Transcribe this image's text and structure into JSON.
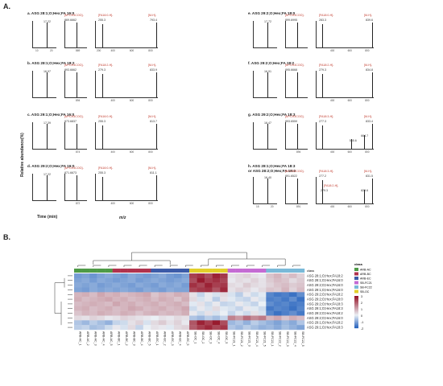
{
  "section_a": "A.",
  "section_b": "B.",
  "ylabel_a": "Relative abundance(%)",
  "xlabel_time": "Time (min)",
  "xlabel_mz": "m/z",
  "panels": [
    {
      "title": "a. ASG 28:1;O;Hex;FA 16:0",
      "rt": "17.22",
      "ion1": "[M+CH3COO]-",
      "mz1": "869.6662",
      "ion2": "[FA16:0-H]-",
      "mz2": "255.3",
      "ion3": "[M-H]-",
      "mz3": "793.4",
      "xt1": "10",
      "xt2": "20",
      "xt3": "869",
      "xt4": "200",
      "xt5": "400",
      "xt6": "600",
      "xt7": "800"
    },
    {
      "title": "b. ASG 28:1;O;Hex;FA 18:2",
      "rt": "16.97",
      "ion1": "[M+CH3COO]-",
      "mz1": "893.6662",
      "ion2": "[FA18:2-H]-",
      "mz2": "279.3",
      "ion3": "[M-H]-",
      "mz3": "833.9",
      "xt3": "894",
      "xt5": "400",
      "xt6": "600",
      "xt7": "800"
    },
    {
      "title": "c. ASG 29:1;O;Hex;FA 16:0",
      "rt": "17.39",
      "ion1": "[M+CH3COO]-",
      "mz1": "873.6837",
      "ion2": "[FA16:0-H]-",
      "mz2": "255.3",
      "ion3": "[M-H]-",
      "mz3": "813.7",
      "xt3": "874",
      "xt5": "400",
      "xt6": "600",
      "xt7": "800"
    },
    {
      "title": "d. ASG 29:2;O;Hex;FA 16:0",
      "rt": "17.22",
      "ion1": "[M+CH3COO]-",
      "mz1": "871.6673",
      "ion2": "[FA16:0-H]-",
      "mz2": "255.3",
      "ion3": "[M-H]-",
      "mz3": "811.1",
      "xt3": "872",
      "xt5": "400",
      "xt6": "600",
      "xt7": "800"
    },
    {
      "title": "e. ASG 29:2;O;Hex;FA 18:0",
      "rt": "17.72",
      "ion1": "[M+CH3COO]-",
      "mz1": "899.6995",
      "ion2": "[FA18:0-H]-",
      "mz2": "283.3",
      "ion3": "[M-H]-",
      "mz3": "839.6",
      "xt5": "400",
      "xt6": "600",
      "xt7": "800"
    },
    {
      "title": "f. ASG 29:2;O;Hex;FA 18:2",
      "rt": "16.91",
      "ion1": "[M+CH3COO]-",
      "mz1": "895.6668",
      "ion2": "[FA18:2-H]-",
      "mz2": "279.3",
      "ion3": "[M-H]-",
      "mz3": "834.8",
      "xt5": "400",
      "xt6": "600",
      "xt7": "800"
    },
    {
      "title": "g. ASG 29:2;O;Hex;FA 18:3",
      "rt": "16.47",
      "ion1": "[M+CH3COO]-",
      "mz1": "893.6559",
      "ion2": "[FA18:3-H]-",
      "mz2": "277.3",
      "ion3": "[M-H]-",
      "mz3": "833.4",
      "extra": "664.7",
      "extra2": "555.6",
      "xt3": "894",
      "xt5": "400",
      "xt6": "600",
      "xt7": "800"
    },
    {
      "title": "h. ASG 28:1;O;Hex;FA 18:3",
      "title2": "or ASG 28:2;O;Hex;FA 18:2",
      "rt": "16.40",
      "ion1": "[M+CH3COO]-",
      "mz1": "891.6522",
      "ion2": "[FA18:3-H]-",
      "mz2": "277.2",
      "ion2b": "[FA18:2-H]-",
      "mz2b": "279.3",
      "ion3": "[M-H]-",
      "mz3": "831.5",
      "extra": "829.6",
      "xt1": "15",
      "xt2": "20",
      "xt3": "891",
      "xt5": "400",
      "xt6": "600",
      "xt7": "800"
    }
  ],
  "heatmap": {
    "legend_title": "class",
    "scale_title": "class",
    "rows": [
      "ASG 28:1;O;Hex;FA18:2",
      "ASG 28:1;O;Hex;FA16:0",
      "ASG 29:2;O;Hex;FA16:0",
      "ASG 29:1;O;Hex;FA16:0",
      "ASG 29:2;O;Hex;FA18:2",
      "ASG 29:2;O;Hex;FA18:0",
      "ASG 29:2;O;Hex;FA18:3",
      "ASG 29:1;O;Hex;FA18:3",
      "ASG 29:2;O;Hex;FA18:2",
      "ASG 29:2;O;Hex;FA16:0",
      "ASG 29:1;O;Hex;FA18:2",
      "ASG 29:1;O;Hex;FA18:3"
    ],
    "columns": [
      "ARB-AC_1",
      "ARB-AC_2",
      "ARB-AC_3",
      "ARB-AC_4",
      "ARB-AC_5",
      "ARB-BC_1",
      "ARB-BC_2",
      "ARB-BC_3",
      "ARB-BC_4",
      "ARB-BC_5",
      "ARB-EC_1",
      "ARB-EC_2",
      "ARB-EC_3",
      "ARB-EC_4",
      "ARB-EC_5",
      "SB-OC_1",
      "SB-OC_2",
      "SB-OC_3",
      "SB-OC_4",
      "SB-OC_5",
      "SB-FC21_1",
      "SB-FC21_2",
      "SB-FC21_3",
      "SB-FC21_4",
      "SB-FC21_5",
      "SB-FC22_1",
      "SB-FC22_2",
      "SB-FC22_3",
      "SB-FC22_4",
      "SB-FC22_5"
    ],
    "classes": [
      {
        "name": "ARB-AC",
        "color": "#4e9a47"
      },
      {
        "name": "ARB-BC",
        "color": "#b0334e"
      },
      {
        "name": "ARB-EC",
        "color": "#3c5ba8"
      },
      {
        "name": "SB-FC21",
        "color": "#c46bd3"
      },
      {
        "name": "SB-FC22",
        "color": "#7ab9d8"
      },
      {
        "name": "SB-OC",
        "color": "#e2cf2a"
      }
    ],
    "col_classes": [
      "ARB-AC",
      "ARB-AC",
      "ARB-AC",
      "ARB-AC",
      "ARB-AC",
      "ARB-BC",
      "ARB-BC",
      "ARB-BC",
      "ARB-BC",
      "ARB-BC",
      "ARB-EC",
      "ARB-EC",
      "ARB-EC",
      "ARB-EC",
      "ARB-EC",
      "SB-OC",
      "SB-OC",
      "SB-OC",
      "SB-OC",
      "SB-OC",
      "SB-FC21",
      "SB-FC21",
      "SB-FC21",
      "SB-FC21",
      "SB-FC21",
      "SB-FC22",
      "SB-FC22",
      "SB-FC22",
      "SB-FC22",
      "SB-FC22"
    ],
    "scale_ticks": [
      "3",
      "2",
      "1",
      "0",
      "-1",
      "-2"
    ],
    "values": [
      [
        -1.2,
        -1.1,
        -1.3,
        -1.1,
        -1.0,
        -1.1,
        -1.2,
        -1.0,
        -1.1,
        -1.2,
        -1.1,
        -1.0,
        -1.2,
        -1.3,
        -1.1,
        2.4,
        2.6,
        2.2,
        2.8,
        2.5,
        0.2,
        0.3,
        0.4,
        0.2,
        0.1,
        0.6,
        0.8,
        0.5,
        0.7,
        0.4
      ],
      [
        -1.1,
        -1.0,
        -1.2,
        -1.0,
        -1.1,
        -1.2,
        -1.1,
        -1.0,
        -1.2,
        -1.1,
        -1.0,
        -1.1,
        -1.2,
        -1.1,
        -1.0,
        2.2,
        2.9,
        2.4,
        2.6,
        2.3,
        0.1,
        0.3,
        0.2,
        0.4,
        0.2,
        0.5,
        0.7,
        0.6,
        0.3,
        0.5
      ],
      [
        -1.0,
        -1.1,
        -1.0,
        -1.2,
        -1.1,
        -1.0,
        -1.1,
        -1.2,
        -1.0,
        -1.1,
        -1.2,
        -1.0,
        -1.1,
        -1.0,
        -1.2,
        2.6,
        2.3,
        2.8,
        2.4,
        2.5,
        0.3,
        0.2,
        0.5,
        0.3,
        0.2,
        0.4,
        0.6,
        0.7,
        0.5,
        0.6
      ],
      [
        -1.1,
        -1.2,
        -1.0,
        -1.1,
        -1.0,
        -1.1,
        -1.0,
        -1.1,
        -1.2,
        -1.0,
        -1.1,
        -1.2,
        -1.0,
        -1.1,
        -1.1,
        2.3,
        2.5,
        2.6,
        2.1,
        2.7,
        0.2,
        0.4,
        0.3,
        0.1,
        0.3,
        0.6,
        0.5,
        0.8,
        0.4,
        0.7
      ],
      [
        0.8,
        0.9,
        0.7,
        1.0,
        0.8,
        0.9,
        0.7,
        0.8,
        0.9,
        1.0,
        0.6,
        0.8,
        0.7,
        0.9,
        0.8,
        0.2,
        -0.4,
        0.1,
        -0.2,
        0.3,
        -0.2,
        -0.5,
        0.1,
        -0.3,
        -0.1,
        -1.5,
        -1.7,
        -1.6,
        -1.8,
        -1.4
      ],
      [
        0.9,
        0.7,
        0.8,
        0.9,
        1.0,
        0.8,
        0.9,
        0.7,
        0.8,
        0.9,
        0.7,
        0.9,
        0.8,
        0.6,
        0.9,
        0.3,
        -0.2,
        0.1,
        -0.5,
        0.2,
        -0.1,
        -0.3,
        -0.4,
        0.1,
        -0.2,
        -1.6,
        -1.5,
        -1.7,
        -1.4,
        -1.8
      ],
      [
        0.7,
        0.8,
        0.9,
        0.8,
        0.7,
        1.0,
        0.8,
        0.9,
        0.7,
        0.8,
        0.9,
        0.7,
        0.8,
        0.9,
        0.7,
        -0.1,
        0.2,
        -0.3,
        0.1,
        -0.4,
        -0.3,
        0.1,
        -0.2,
        -0.4,
        0.0,
        -1.4,
        -1.6,
        -1.5,
        -1.7,
        -1.6
      ],
      [
        0.8,
        0.9,
        0.7,
        0.8,
        0.9,
        0.7,
        0.8,
        1.0,
        0.9,
        0.7,
        0.8,
        0.9,
        0.7,
        0.8,
        1.0,
        -0.3,
        0.1,
        -0.2,
        0.3,
        -0.1,
        -0.2,
        -0.4,
        0.1,
        -0.1,
        -0.3,
        -1.7,
        -1.5,
        -1.6,
        -1.8,
        -1.5
      ],
      [
        0.6,
        0.8,
        0.7,
        0.9,
        0.8,
        0.7,
        0.9,
        0.8,
        0.6,
        0.8,
        0.9,
        0.7,
        0.8,
        0.7,
        0.9,
        0.1,
        -0.3,
        0.2,
        -0.2,
        0.0,
        -0.4,
        -0.1,
        -0.3,
        0.2,
        -0.2,
        -1.5,
        -1.8,
        -1.6,
        -1.4,
        -1.7
      ],
      [
        0.3,
        0.2,
        0.4,
        0.3,
        0.1,
        0.2,
        0.4,
        0.3,
        0.2,
        0.1,
        0.0,
        0.2,
        0.1,
        0.3,
        0.2,
        -0.6,
        -0.8,
        -0.5,
        -0.7,
        -0.4,
        1.5,
        1.2,
        1.8,
        1.4,
        1.6,
        0.8,
        1.0,
        0.6,
        0.9,
        0.7
      ],
      [
        -0.6,
        -0.8,
        -0.5,
        -0.7,
        -0.9,
        -0.4,
        -0.3,
        0.2,
        0.4,
        -0.2,
        0.3,
        0.5,
        0.2,
        0.4,
        0.1,
        2.1,
        2.8,
        2.4,
        2.9,
        2.2,
        -0.8,
        -0.6,
        -0.9,
        -0.5,
        -0.7,
        -0.9,
        -1.1,
        -0.8,
        -1.0,
        -0.6
      ],
      [
        -0.5,
        -0.4,
        -0.7,
        -0.6,
        -0.3,
        0.1,
        -0.2,
        0.3,
        -0.4,
        0.0,
        0.2,
        0.1,
        -0.1,
        0.3,
        0.4,
        2.0,
        2.4,
        2.7,
        2.3,
        2.5,
        -0.6,
        -0.8,
        -0.5,
        -0.7,
        -0.9,
        -0.8,
        -1.0,
        -0.7,
        -0.9,
        -1.1
      ]
    ]
  }
}
